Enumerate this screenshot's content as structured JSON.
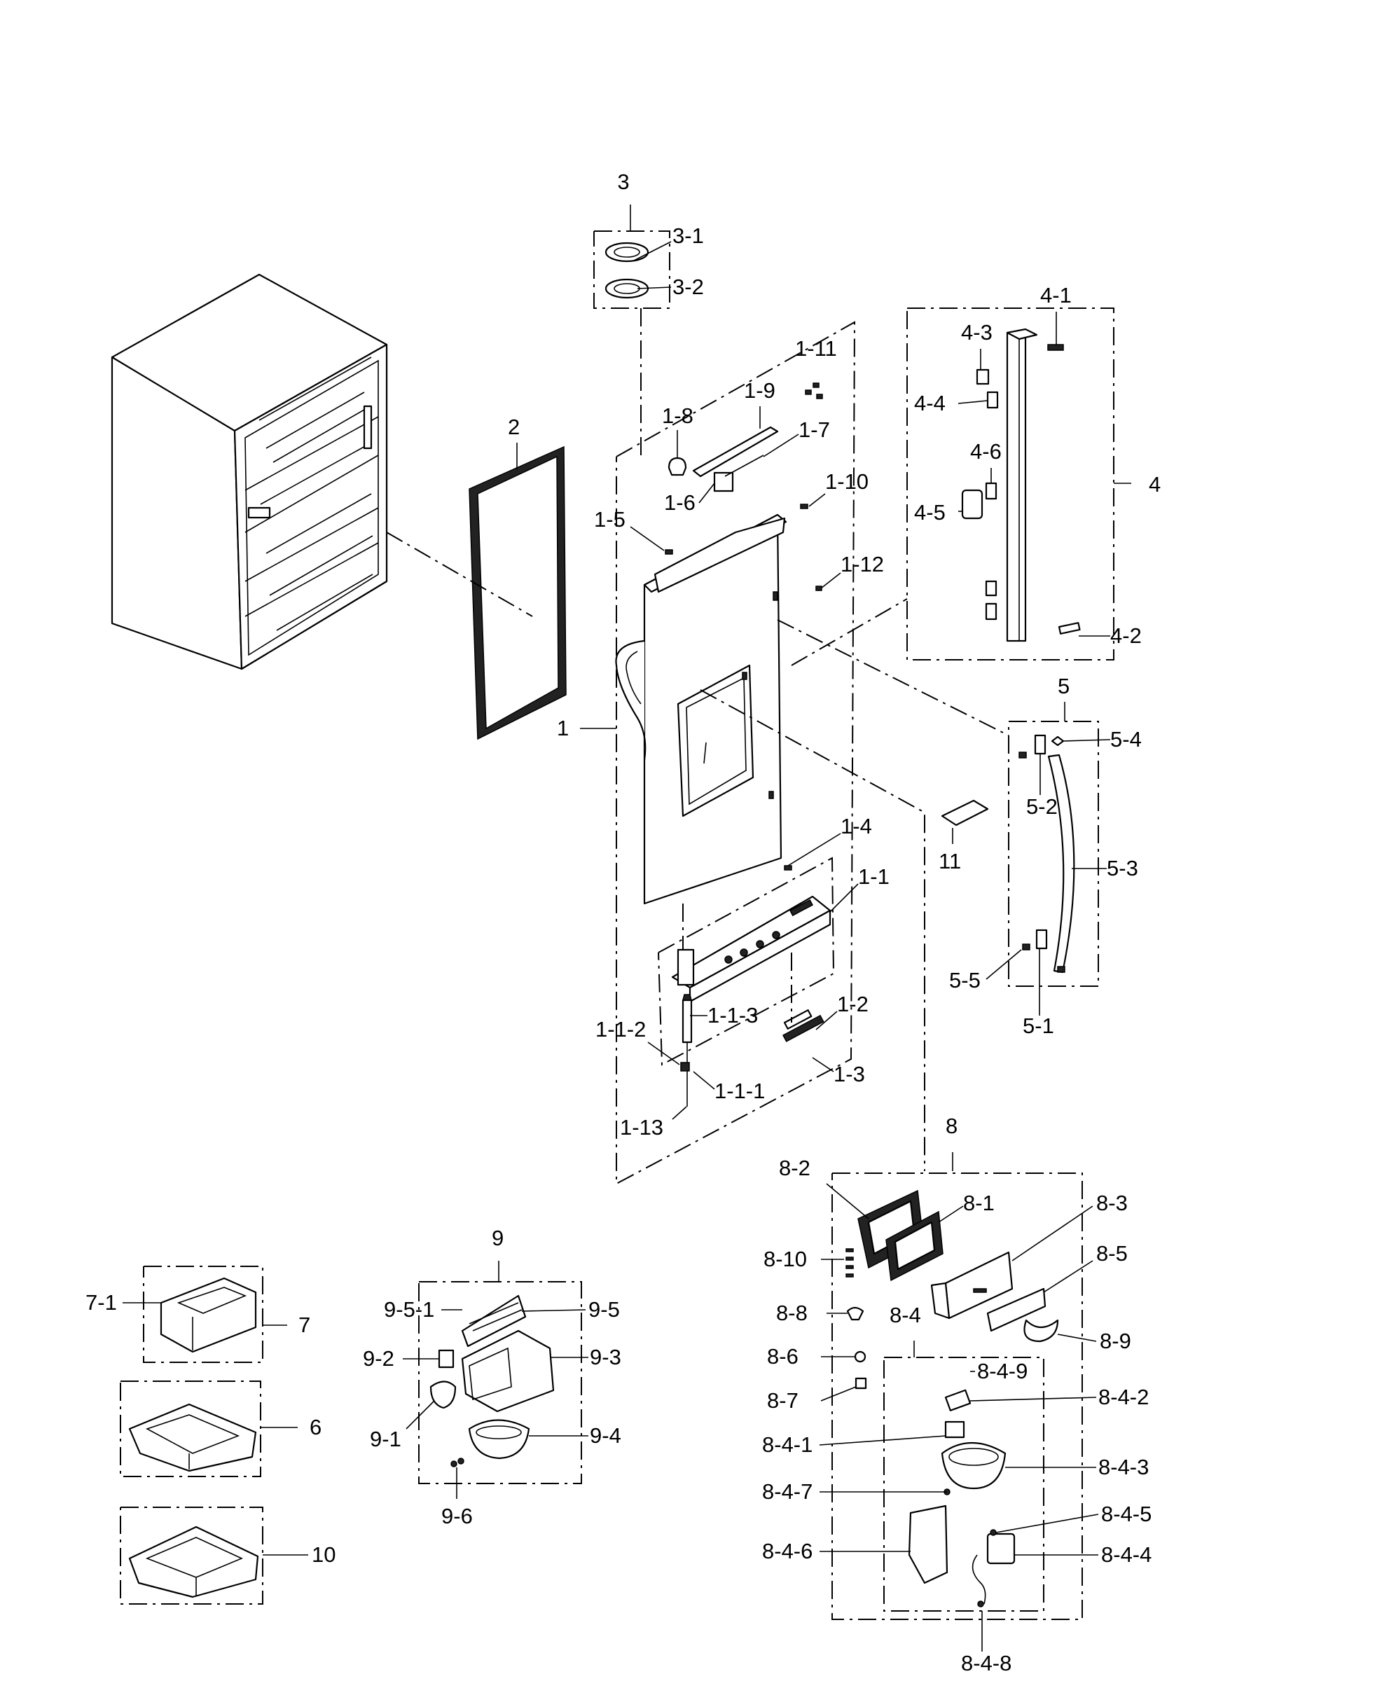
{
  "diagram": {
    "labels": [
      "3",
      "3-1",
      "3-2",
      "2",
      "1",
      "1-1",
      "1-1-1",
      "1-1-2",
      "1-1-3",
      "1-2",
      "1-3",
      "1-4",
      "1-5",
      "1-6",
      "1-7",
      "1-8",
      "1-9",
      "1-10",
      "1-11",
      "1-12",
      "1-13",
      "4",
      "4-1",
      "4-2",
      "4-3",
      "4-4",
      "4-5",
      "4-6",
      "5",
      "5-1",
      "5-2",
      "5-3",
      "5-4",
      "5-5",
      "11",
      "7",
      "7-1",
      "6",
      "10",
      "9",
      "9-1",
      "9-2",
      "9-3",
      "9-4",
      "9-5",
      "9-5-1",
      "9-6",
      "8",
      "8-1",
      "8-2",
      "8-3",
      "8-5",
      "8-6",
      "8-7",
      "8-8",
      "8-9",
      "8-10",
      "8-4",
      "8-4-1",
      "8-4-2",
      "8-4-3",
      "8-4-4",
      "8-4-5",
      "8-4-6",
      "8-4-7",
      "8-4-8",
      "8-4-9"
    ]
  }
}
